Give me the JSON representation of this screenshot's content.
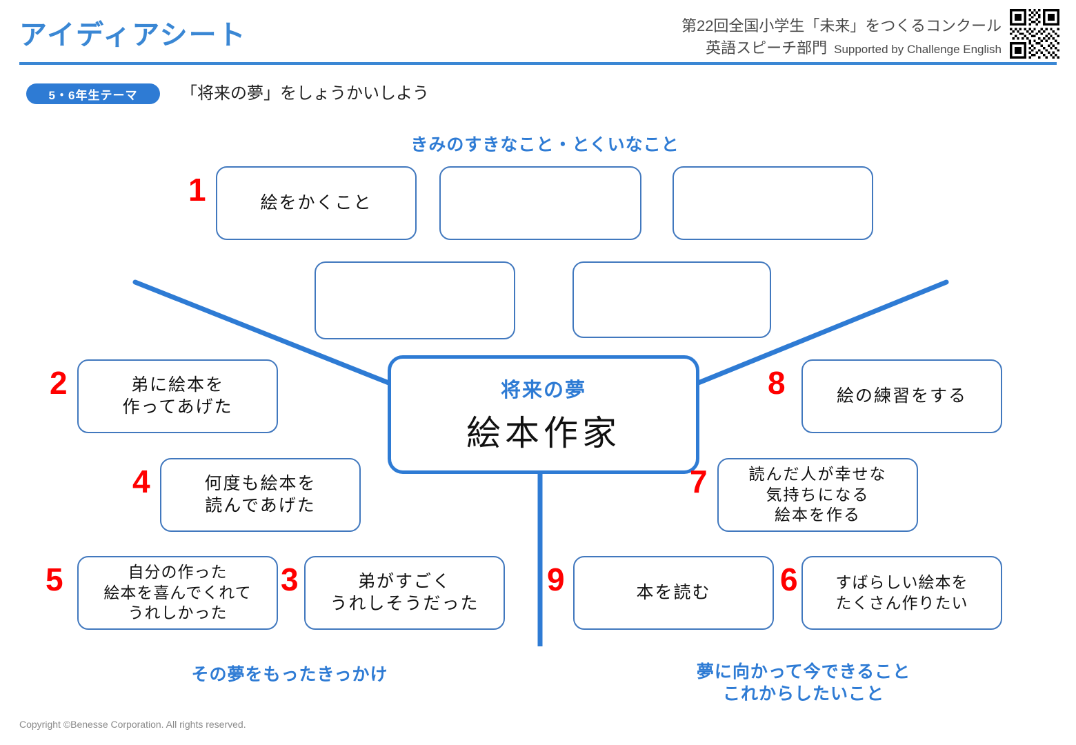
{
  "header": {
    "title": "アイディアシート",
    "contest_name": "第22回全国小学生「未来」をつくるコンクール",
    "contest_division": "英語スピーチ部門",
    "contest_supported": "Supported by Challenge English",
    "qr_code_name": "qr-code",
    "rule_color": "#3a87d4",
    "title_color": "#3a87d4"
  },
  "theme": {
    "pill_label": "5・6年生テーマ",
    "pill_color": "#2e7bd4",
    "statement": "「将来の夢」をしょうかいしよう"
  },
  "captions": {
    "likes": "きみのすきなこと・とくいなこと",
    "trigger": "その夢をもったきっかけ",
    "future": "夢に向かって今できること\nこれからしたいこと",
    "color": "#2e7bd4"
  },
  "center": {
    "label": "将来の夢",
    "value": "絵本作家",
    "label_color": "#2e7bd4",
    "border_color": "#2e7bd4"
  },
  "boxes": {
    "likes": [
      {
        "number": "1",
        "text": "絵をかくこと"
      },
      {
        "number": "",
        "text": ""
      },
      {
        "number": "",
        "text": ""
      },
      {
        "number": "",
        "text": ""
      },
      {
        "number": "",
        "text": ""
      }
    ],
    "trigger": [
      {
        "number": "2",
        "text": "弟に絵本を\n作ってあげた"
      },
      {
        "number": "4",
        "text": "何度も絵本を\n読んであげた"
      },
      {
        "number": "5",
        "text": "自分の作った\n絵本を喜んでくれて\nうれしかった"
      },
      {
        "number": "3",
        "text": "弟がすごく\nうれしそうだった"
      }
    ],
    "future": [
      {
        "number": "8",
        "text": "絵の練習をする"
      },
      {
        "number": "7",
        "text": "読んだ人が幸せな\n気持ちになる\n絵本を作る"
      },
      {
        "number": "9",
        "text": "本を読む"
      },
      {
        "number": "6",
        "text": "すばらしい絵本を\nたくさん作りたい"
      }
    ],
    "border_color": "#4178be",
    "number_color": "#ff0000"
  },
  "footer": {
    "copyright": "Copyright ©Benesse Corporation. All rights reserved."
  }
}
